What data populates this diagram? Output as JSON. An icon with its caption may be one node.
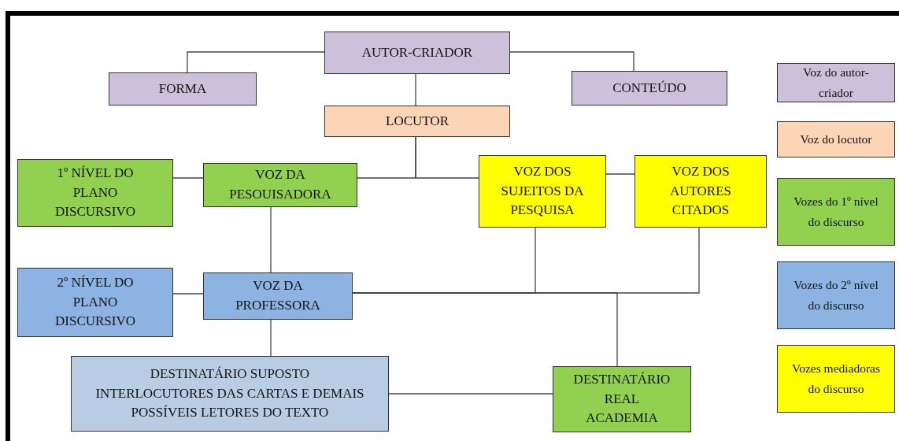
{
  "diagram": {
    "nodes": [
      {
        "text": [
          "AUTOR-CRIADOR"
        ]
      },
      {
        "text": [
          "FORMA"
        ]
      },
      {
        "text": [
          "CONTEÚDO"
        ]
      },
      {
        "text": [
          "LOCUTOR"
        ]
      },
      {
        "text": [
          "1º NÍVEL DO PLANO DISCURSIVO"
        ]
      },
      {
        "text": [
          "VOZ DA PESOUISADORA"
        ]
      },
      {
        "text": [
          "VOZ DOS SUJEITOS DA PESQUISA"
        ]
      },
      {
        "text": [
          "VOZ DOS AUTORES CITADOS"
        ]
      },
      {
        "text": [
          "2º NÍVEL DO PLANO DISCURSIVO"
        ]
      },
      {
        "text": [
          "VOZ DA PROFESSORA"
        ]
      },
      {
        "text": [
          "DESTINATÁRIO SUPOSTO INTERLOCUTORES DAS CARTAS E DEMAIS POSSÍVEIS LETORES DO TEXTO"
        ]
      },
      {
        "text": [
          "DESTINATÁRIO REAL ACADEMIA"
        ]
      }
    ],
    "edges": [
      {
        "from": 0,
        "to": 1,
        "arrow": "none"
      },
      {
        "from": 0,
        "to": 2,
        "arrow": "none"
      },
      {
        "from": 0,
        "to": 3,
        "arrow": "none"
      },
      {
        "from": 3,
        "to": 5,
        "arrow": "none"
      },
      {
        "from": 3,
        "to": 6,
        "arrow": "none"
      },
      {
        "from": 4,
        "to": 5,
        "arrow": "none"
      },
      {
        "from": 6,
        "to": 7,
        "arrow": "none"
      },
      {
        "from": 5,
        "to": 9,
        "arrow": "none"
      },
      {
        "from": 8,
        "to": 9,
        "arrow": "none"
      },
      {
        "from": 9,
        "to": 6,
        "arrow": "none"
      },
      {
        "from": 9,
        "to": 7,
        "arrow": "none"
      },
      {
        "from": 9,
        "to": 11,
        "arrow": "none"
      },
      {
        "from": 9,
        "to": 10,
        "arrow": "none"
      },
      {
        "from": 10,
        "to": 11,
        "arrow": "none"
      }
    ],
    "legend": [
      {
        "text": "Voz do autor-criador",
        "color": "#ccc0da"
      },
      {
        "text": "Voz do locutor",
        "color": "#fbd5b5"
      },
      {
        "text": "Vozes do 1º nível do discurso",
        "color": "#92d050"
      },
      {
        "text": "Vozes do 2º nível do discurso",
        "color": "#8db3e2"
      },
      {
        "text": "Vozes mediadoras do discurso",
        "color": "#ffff00"
      }
    ]
  }
}
